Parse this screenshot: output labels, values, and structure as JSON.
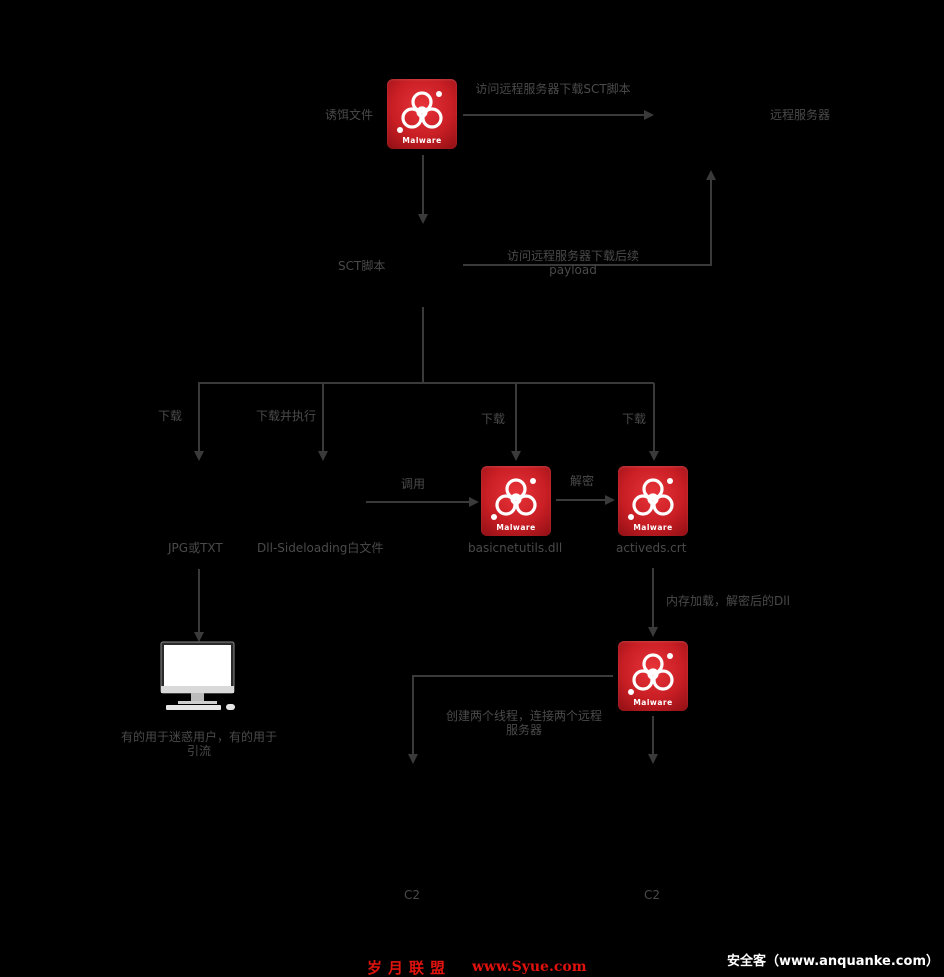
{
  "labels": {
    "bait_file": "诱饵文件",
    "remote_server": "远程服务器",
    "access_download_sct": "访问远程服务器下载SCT脚本",
    "sct_script": "SCT脚本",
    "access_download_payload": "访问远程服务器下载后续payload",
    "download_1": "下载",
    "download_exec": "下载并执行",
    "download_2": "下载",
    "download_3": "下载",
    "invoke": "调用",
    "decrypt": "解密",
    "jpg_txt": "JPG或TXT",
    "dll_sideloading": "Dll-Sideloading白文件",
    "basicnetutils": "basicnetutils.dll",
    "activeds": "activeds.crt",
    "mem_load": "内存加载，解密后的Dll",
    "create_threads": "创建两个线程，连接两个远程服务器",
    "user_note": "有的用于迷惑用户，有的用于引流",
    "c2_left": "C2",
    "c2_right": "C2"
  },
  "malware_caption": "Malware",
  "icons": {
    "malware_bait": "biohazard-malware-icon",
    "malware_basicnetutils": "biohazard-malware-icon",
    "malware_activeds": "biohazard-malware-icon",
    "malware_decrypted_dll": "biohazard-malware-icon",
    "monitor": "computer-monitor-icon"
  },
  "colors": {
    "background": "#000000",
    "line": "#3a3a3a",
    "text": "#4a4a4a",
    "malware_red": "#c81e24",
    "watermark_red": "#e0120e"
  },
  "watermark": {
    "left_cn": "岁月联盟",
    "left_url": "www.Syue.com",
    "right": "安全客（www.anquanke.com）"
  }
}
